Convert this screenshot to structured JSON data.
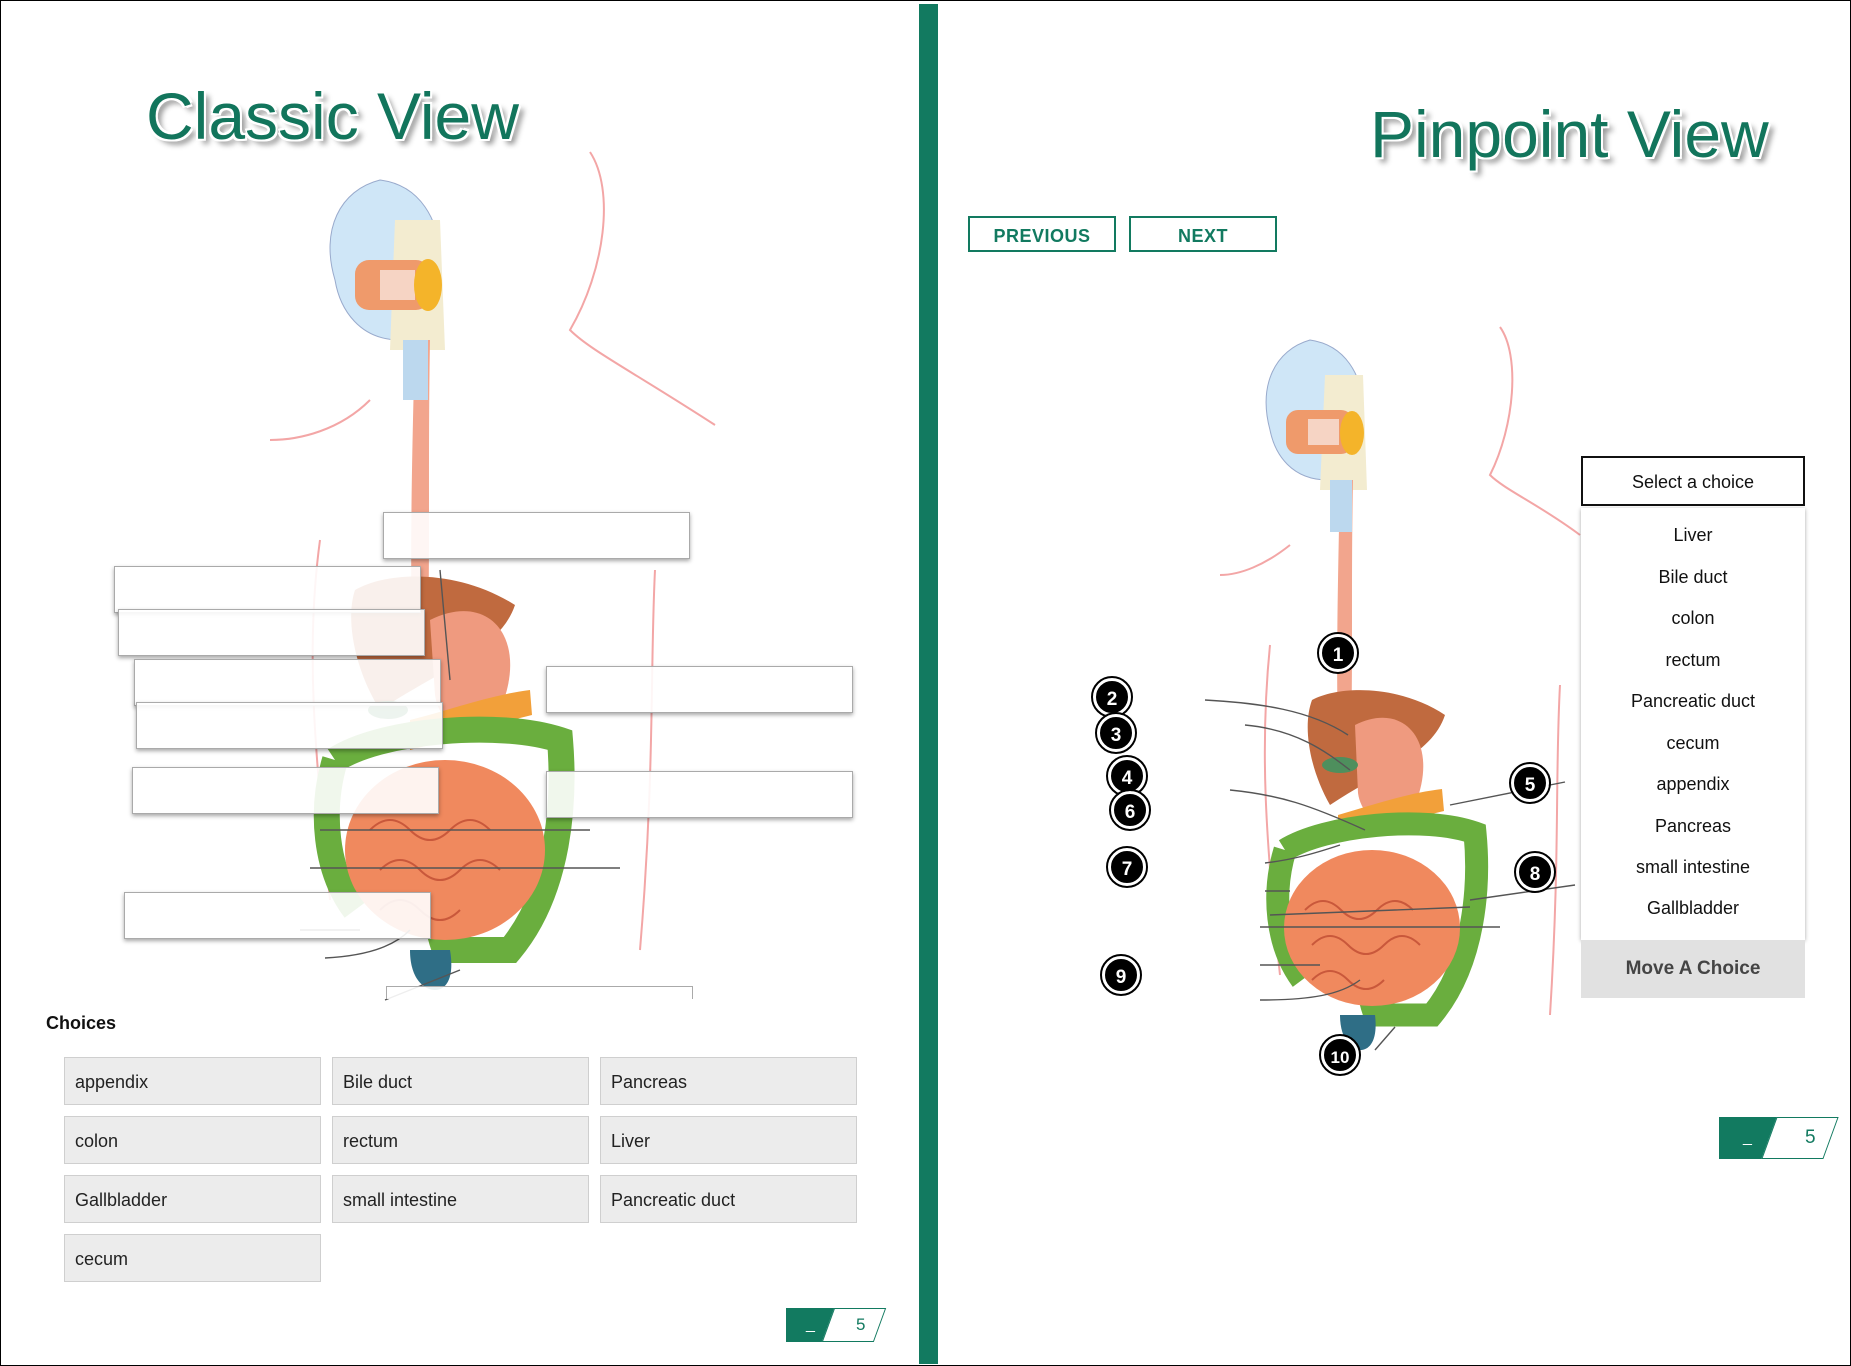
{
  "classic": {
    "title": "Classic View",
    "choices_heading": "Choices",
    "choices": [
      "appendix",
      "Bile duct",
      "Pancreas",
      "colon",
      "rectum",
      "Liver",
      "Gallbladder",
      "small intestine",
      "Pancreatic duct",
      "cecum"
    ],
    "pager": {
      "current": "_",
      "total": "5"
    }
  },
  "pinpoint": {
    "title": "Pinpoint View",
    "previous_label": "PREVIOUS",
    "next_label": "NEXT",
    "markers": [
      "1",
      "2",
      "3",
      "4",
      "5",
      "6",
      "7",
      "8",
      "9",
      "10"
    ],
    "select_placeholder": "Select a choice",
    "options": [
      "Liver",
      "Bile duct",
      "colon",
      "rectum",
      "Pancreatic duct",
      "cecum",
      "appendix",
      "Pancreas",
      "small intestine",
      "Gallbladder"
    ],
    "move_label": "Move A Choice",
    "pager": {
      "current": "_",
      "total": "5"
    }
  },
  "colors": {
    "accent": "#127a60",
    "chip_bg": "#ececec"
  }
}
